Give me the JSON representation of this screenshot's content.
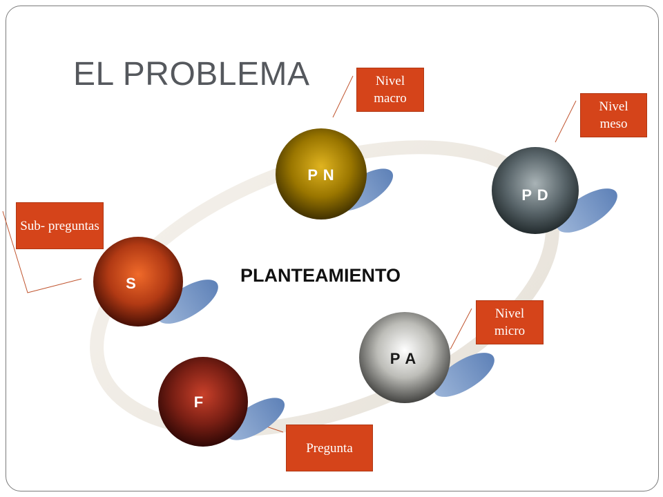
{
  "slide": {
    "title": "EL PROBLEMA",
    "center_label": "PLANTEAMIENTO"
  },
  "spheres": [
    {
      "id": "pn",
      "label": "P N",
      "color": "#8a6a00"
    },
    {
      "id": "pd",
      "label": "P D",
      "color": "#4f5a5f"
    },
    {
      "id": "s",
      "label": "S",
      "color": "#b23a14"
    },
    {
      "id": "pa",
      "label": "P A",
      "color": "#9a9a96"
    },
    {
      "id": "f",
      "label": "F",
      "color": "#7a1f14"
    }
  ],
  "callouts": {
    "nivel_macro": "Nivel macro",
    "nivel_meso": "Nivel meso",
    "sub_preguntas": "Sub- preguntas",
    "nivel_micro": "Nivel micro",
    "pregunta": "Pregunta"
  },
  "colors": {
    "callout_fill": "#d5441a",
    "title_text": "#55585d",
    "shadow_blue": "#6e8fc2"
  }
}
